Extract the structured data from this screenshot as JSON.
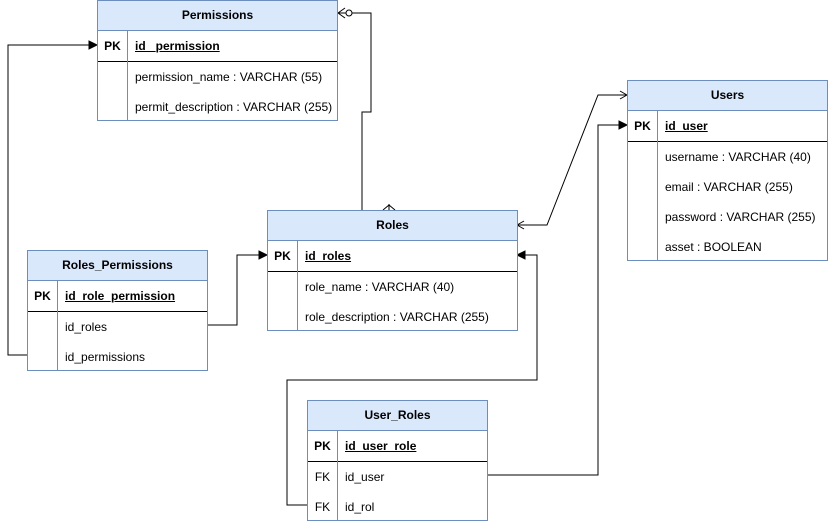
{
  "tables": {
    "permissions": {
      "title": "Permissions",
      "pk": {
        "key": "PK",
        "name": "id _permission"
      },
      "fields": [
        {
          "key": "",
          "name": "permission_name : VARCHAR (55)"
        },
        {
          "key": "",
          "name": "permit_description : VARCHAR (255)"
        }
      ]
    },
    "users": {
      "title": "Users",
      "pk": {
        "key": "PK",
        "name": "id_user"
      },
      "fields": [
        {
          "key": "",
          "name": "username :  VARCHAR (40)"
        },
        {
          "key": "",
          "name": "email : VARCHAR (255)"
        },
        {
          "key": "",
          "name": "password : VARCHAR (255)"
        },
        {
          "key": "",
          "name": "asset : BOOLEAN"
        }
      ]
    },
    "roles": {
      "title": "Roles",
      "pk": {
        "key": "PK",
        "name": "id_roles"
      },
      "fields": [
        {
          "key": "",
          "name": "role_name : VARCHAR (40)"
        },
        {
          "key": "",
          "name": "role_description : VARCHAR (255)"
        }
      ]
    },
    "roles_permissions": {
      "title": "Roles_Permissions",
      "pk": {
        "key": "PK",
        "name": "id_role_permission"
      },
      "fields": [
        {
          "key": "",
          "name": "id_roles"
        },
        {
          "key": "",
          "name": "id_permissions"
        }
      ]
    },
    "user_roles": {
      "title": "User_Roles",
      "pk": {
        "key": "PK",
        "name": "id_user_role"
      },
      "fields": [
        {
          "key": "FK",
          "name": "id_user"
        },
        {
          "key": "FK",
          "name": "id_rol"
        }
      ]
    }
  },
  "colors": {
    "header_fill": "#dae8fc",
    "border": "#6c8ebf",
    "connector": "#000000"
  },
  "relationships": [
    {
      "from": "Roles_Permissions.id_permissions",
      "to": "Permissions.id _permission",
      "end": "arrow"
    },
    {
      "from": "Roles_Permissions.id_roles",
      "to": "Roles.id_roles",
      "end": "arrow"
    },
    {
      "from": "Roles",
      "to": "Permissions",
      "start": "one-or-many",
      "end": "zero-or-many"
    },
    {
      "from": "Roles",
      "to": "Users",
      "start": "many",
      "end": "many"
    },
    {
      "from": "User_Roles.id_user",
      "to": "Users.id_user",
      "end": "arrow"
    },
    {
      "from": "User_Roles.id_rol",
      "to": "Roles.id_roles",
      "end": "arrow"
    }
  ]
}
